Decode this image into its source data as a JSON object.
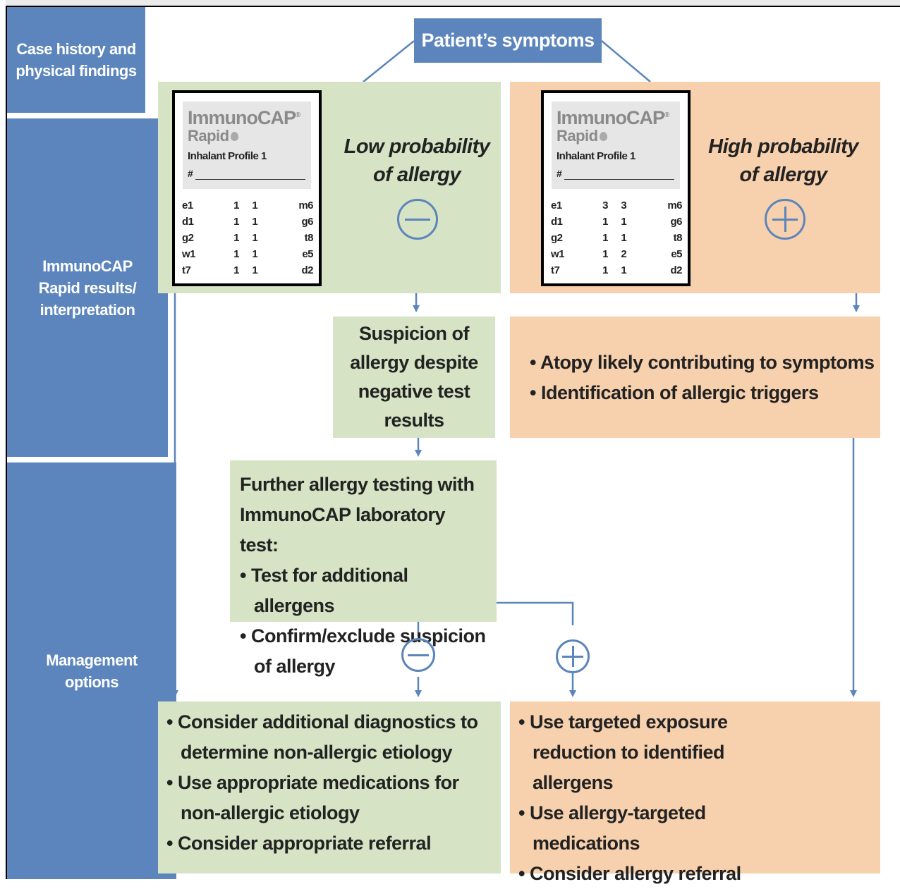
{
  "sidebar": [
    {
      "label": "Case history and physical findings"
    },
    {
      "label": "ImmunoCAP Rapid results/ interpretation"
    },
    {
      "label": "Management options"
    }
  ],
  "title": "Patient’s symptoms",
  "card": {
    "brand": "ImmunoCAP",
    "brand_mark": "®",
    "sub": "Rapid",
    "profile": "Inhalant Profile 1",
    "number_label": "#"
  },
  "low": {
    "prob_line1": "Low probability",
    "prob_line2": "of allergy",
    "rows": [
      [
        "e1",
        "1",
        "1",
        "m6"
      ],
      [
        "d1",
        "1",
        "1",
        "g6"
      ],
      [
        "g2",
        "1",
        "1",
        "t8"
      ],
      [
        "w1",
        "1",
        "1",
        "e5"
      ],
      [
        "t7",
        "1",
        "1",
        "d2"
      ]
    ]
  },
  "high": {
    "prob_line1": "High probability",
    "prob_line2": "of allergy",
    "rows": [
      [
        "e1",
        "3",
        "3",
        "m6"
      ],
      [
        "d1",
        "1",
        "1",
        "g6"
      ],
      [
        "g2",
        "1",
        "1",
        "t8"
      ],
      [
        "w1",
        "1",
        "2",
        "e5"
      ],
      [
        "t7",
        "1",
        "1",
        "d2"
      ]
    ]
  },
  "suspicion": "Suspicion of allergy despite negative test results",
  "atopy": [
    "Atopy likely contributing to symptoms",
    "Identification of allergic triggers"
  ],
  "further": {
    "heading": "Further allergy testing with ImmunoCAP laboratory test:",
    "items": [
      "Test for additional  allergens",
      "Confirm/exclude suspicion of allergy"
    ]
  },
  "manage_low": [
    "Consider additional diagnostics to determine non-allergic etiology",
    "Use appropriate medications for non-allergic etiology",
    "Consider appropriate referral"
  ],
  "manage_high": [
    "Use targeted exposure reduction to identified allergens",
    "Use allergy-targeted medications",
    "Consider allergy referral"
  ],
  "colors": {
    "blue": "#5b85bc",
    "green": "#d6e3c4",
    "orange": "#f7d0ad"
  },
  "icons": [
    "minus-circle-icon",
    "plus-circle-icon"
  ]
}
